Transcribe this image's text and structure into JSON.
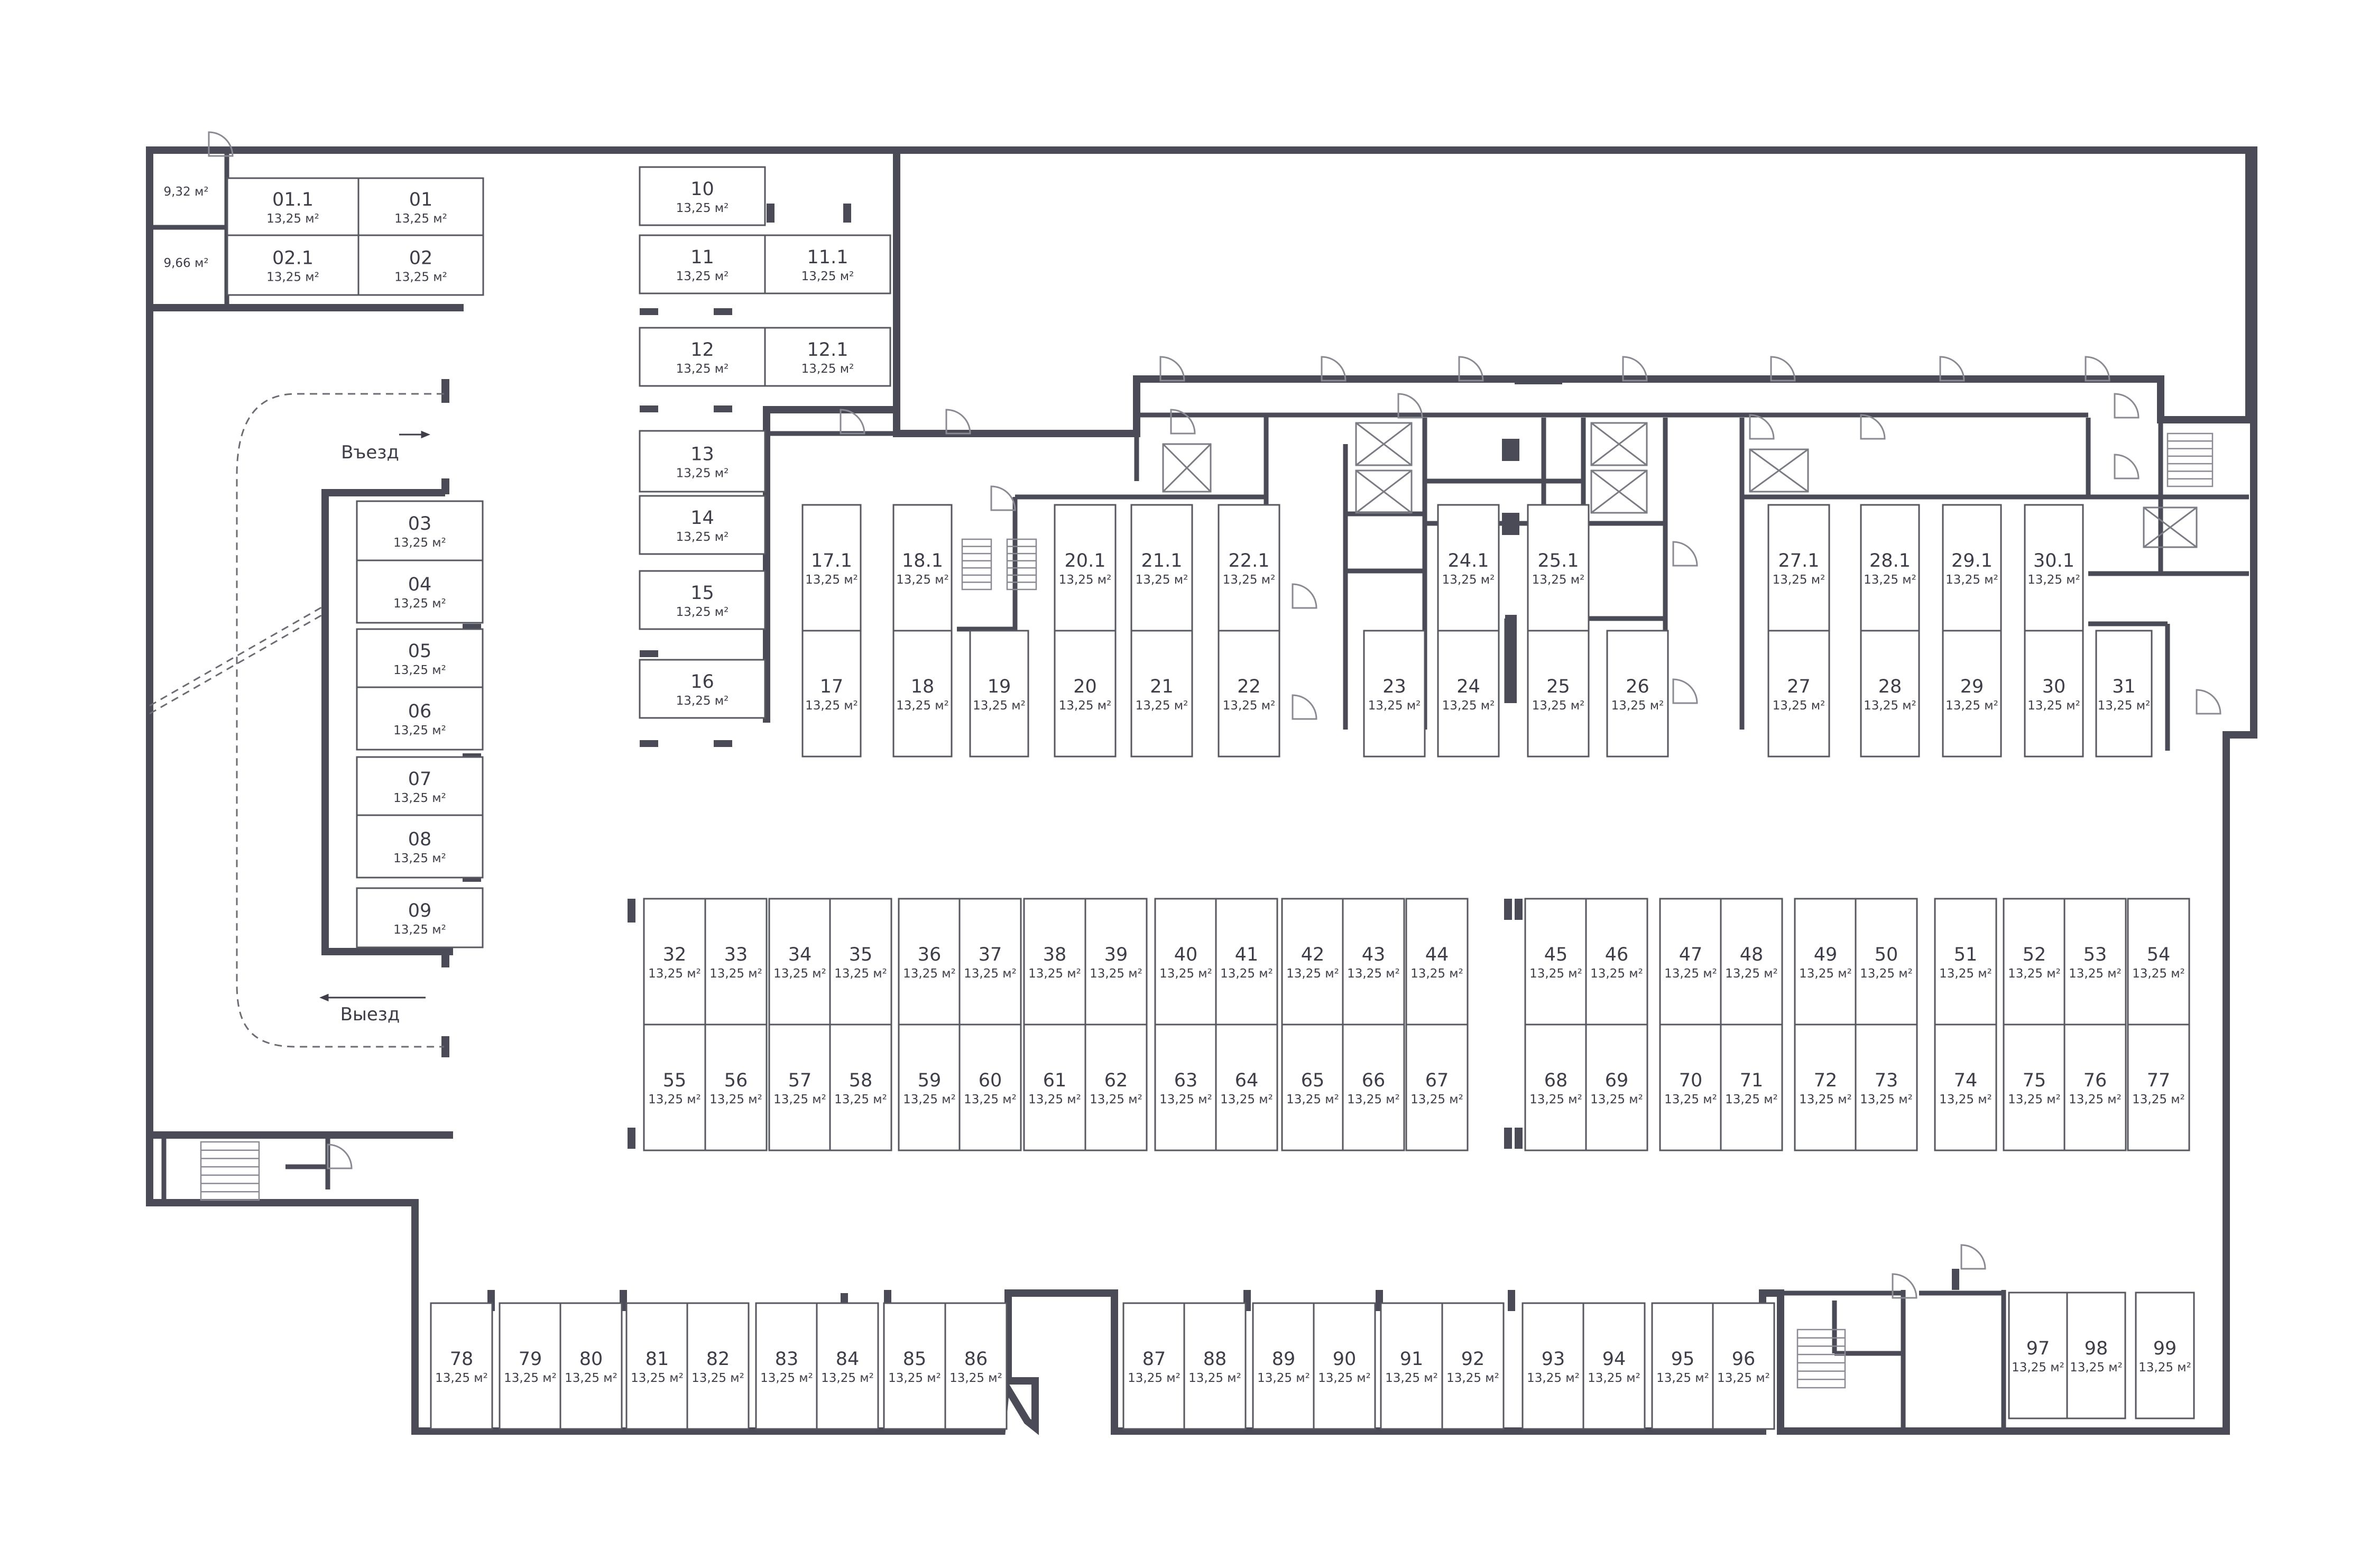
{
  "labels": {
    "entry": "Въезд",
    "exit": "Выезд",
    "small_area_1": "9,32 м²",
    "small_area_2": "9,66 м²"
  },
  "area_default": "13,25 м²",
  "colors": {
    "wall": "#4a4b57",
    "cell_stroke": "#56575f",
    "text": "#3d3e48"
  },
  "cells": [
    {
      "n": "01.1"
    },
    {
      "n": "01"
    },
    {
      "n": "02.1"
    },
    {
      "n": "02"
    },
    {
      "n": "03"
    },
    {
      "n": "04"
    },
    {
      "n": "05"
    },
    {
      "n": "06"
    },
    {
      "n": "07"
    },
    {
      "n": "08"
    },
    {
      "n": "09"
    },
    {
      "n": "10"
    },
    {
      "n": "11"
    },
    {
      "n": "11.1"
    },
    {
      "n": "12"
    },
    {
      "n": "12.1"
    },
    {
      "n": "13"
    },
    {
      "n": "14"
    },
    {
      "n": "15"
    },
    {
      "n": "16"
    },
    {
      "n": "17.1"
    },
    {
      "n": "17"
    },
    {
      "n": "18.1"
    },
    {
      "n": "18"
    },
    {
      "n": "19"
    },
    {
      "n": "20.1"
    },
    {
      "n": "20"
    },
    {
      "n": "21.1"
    },
    {
      "n": "21"
    },
    {
      "n": "22.1"
    },
    {
      "n": "22"
    },
    {
      "n": "23"
    },
    {
      "n": "24.1"
    },
    {
      "n": "24"
    },
    {
      "n": "25.1"
    },
    {
      "n": "25"
    },
    {
      "n": "26"
    },
    {
      "n": "27.1"
    },
    {
      "n": "27"
    },
    {
      "n": "28.1"
    },
    {
      "n": "28"
    },
    {
      "n": "29.1"
    },
    {
      "n": "29"
    },
    {
      "n": "30.1"
    },
    {
      "n": "30"
    },
    {
      "n": "31"
    },
    {
      "n": "32"
    },
    {
      "n": "33"
    },
    {
      "n": "34"
    },
    {
      "n": "35"
    },
    {
      "n": "36"
    },
    {
      "n": "37"
    },
    {
      "n": "38"
    },
    {
      "n": "39"
    },
    {
      "n": "40"
    },
    {
      "n": "41"
    },
    {
      "n": "42"
    },
    {
      "n": "43"
    },
    {
      "n": "44"
    },
    {
      "n": "45"
    },
    {
      "n": "46"
    },
    {
      "n": "47"
    },
    {
      "n": "48"
    },
    {
      "n": "49"
    },
    {
      "n": "50"
    },
    {
      "n": "51"
    },
    {
      "n": "52"
    },
    {
      "n": "53"
    },
    {
      "n": "54"
    },
    {
      "n": "55"
    },
    {
      "n": "56"
    },
    {
      "n": "57"
    },
    {
      "n": "58"
    },
    {
      "n": "59"
    },
    {
      "n": "60"
    },
    {
      "n": "61"
    },
    {
      "n": "62"
    },
    {
      "n": "63"
    },
    {
      "n": "64"
    },
    {
      "n": "65"
    },
    {
      "n": "66"
    },
    {
      "n": "67"
    },
    {
      "n": "68"
    },
    {
      "n": "69"
    },
    {
      "n": "70"
    },
    {
      "n": "71"
    },
    {
      "n": "72"
    },
    {
      "n": "73"
    },
    {
      "n": "74"
    },
    {
      "n": "75"
    },
    {
      "n": "76"
    },
    {
      "n": "77"
    },
    {
      "n": "78"
    },
    {
      "n": "79"
    },
    {
      "n": "80"
    },
    {
      "n": "81"
    },
    {
      "n": "82"
    },
    {
      "n": "83"
    },
    {
      "n": "84"
    },
    {
      "n": "85"
    },
    {
      "n": "86"
    },
    {
      "n": "87"
    },
    {
      "n": "88"
    },
    {
      "n": "89"
    },
    {
      "n": "90"
    },
    {
      "n": "91"
    },
    {
      "n": "92"
    },
    {
      "n": "93"
    },
    {
      "n": "94"
    },
    {
      "n": "95"
    },
    {
      "n": "96"
    },
    {
      "n": "97"
    },
    {
      "n": "98"
    },
    {
      "n": "99"
    }
  ]
}
